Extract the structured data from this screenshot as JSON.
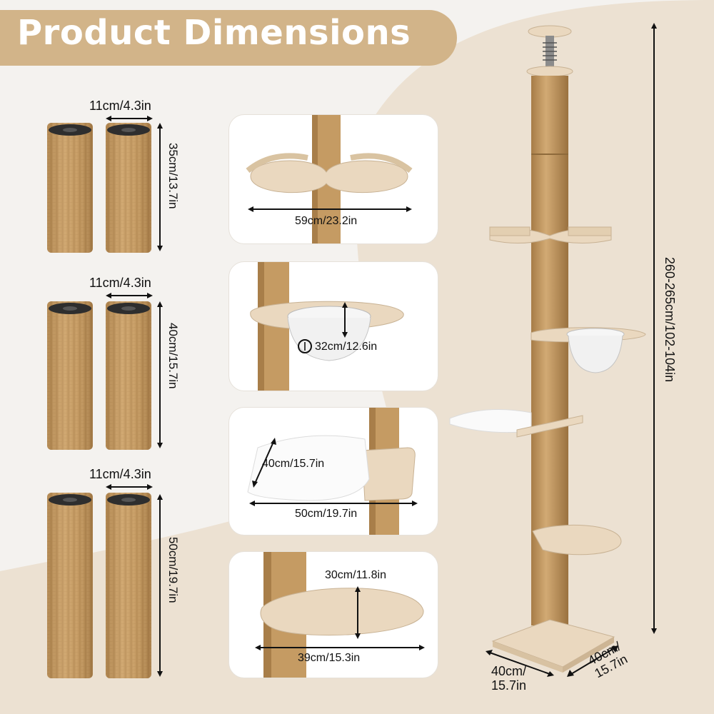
{
  "header": {
    "title": "Product Dimensions"
  },
  "pillars": [
    {
      "width_label": "11cm/4.3in",
      "height_label": "35cm/13.7in"
    },
    {
      "width_label": "11cm/4.3in",
      "height_label": "40cm/15.7in"
    },
    {
      "width_label": "11cm/4.3in",
      "height_label": "50cm/19.7in"
    }
  ],
  "cards": [
    {
      "label": "59cm/23.2in"
    },
    {
      "label": "32cm/12.6in"
    },
    {
      "depth_label": "40cm/15.7in",
      "width_label": "50cm/19.7in"
    },
    {
      "depth_label": "30cm/11.8in",
      "width_label": "39cm/15.3in"
    }
  ],
  "tree": {
    "height_label": "260-265cm/102-104in",
    "base_left_label": {
      "line1": "40cm/",
      "line2": "15.7in"
    },
    "base_right_label": {
      "line1": "40cm/",
      "line2": "15.7in"
    }
  },
  "colors": {
    "title_band": "#d2b489",
    "sisal": "#c9a06a",
    "wood": "#ead8bf",
    "background": "#f4f2ef",
    "beige_curve": "#ece1d2"
  }
}
